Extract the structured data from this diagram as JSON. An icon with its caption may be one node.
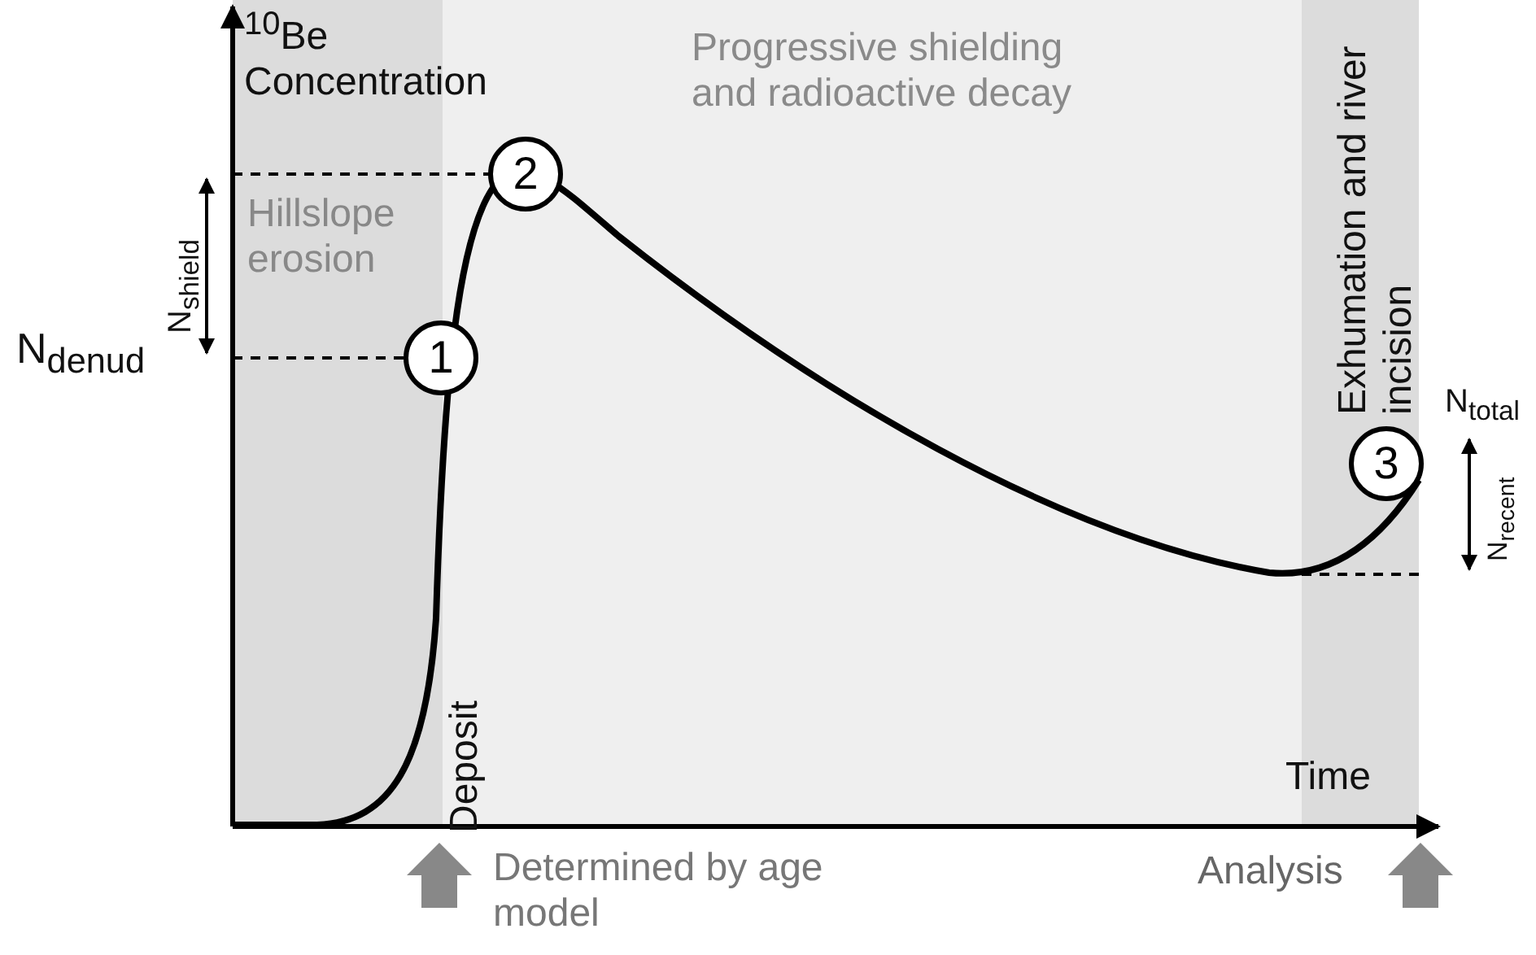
{
  "diagram": {
    "labels": [
      "$^{10}$Be Concentration",
      "Progressive shielding and radioactive decay",
      "Hillslope erosion",
      "N$_{shield}$",
      "2",
      "N$_{denud}$",
      "1",
      "Exhumation and river incision",
      "N$_{total}$",
      "3",
      "N$_{recent}$",
      "Deposit",
      "Time",
      "Determined by age model",
      "Analysis"
    ]
  }
}
